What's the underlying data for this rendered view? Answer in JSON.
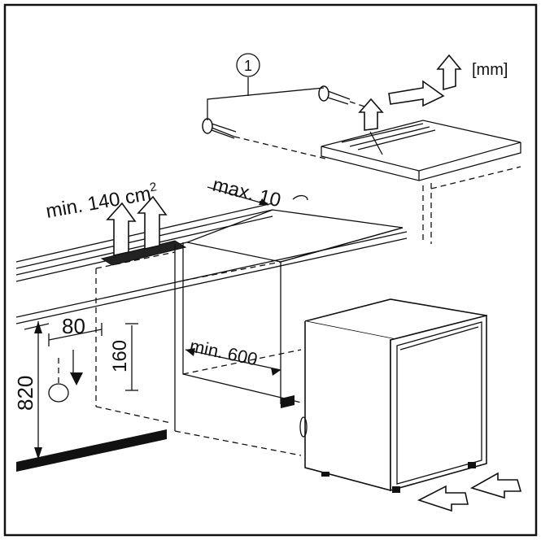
{
  "diagram": {
    "unit_label": "[mm]",
    "callout_number": "1",
    "ventilation_label": "min. 140 cm",
    "ventilation_superscript": "2",
    "gap_label": "max. 10",
    "depth_label": "min. 600",
    "height_value": "820",
    "offset_horizontal": "80",
    "offset_vertical": "160"
  }
}
